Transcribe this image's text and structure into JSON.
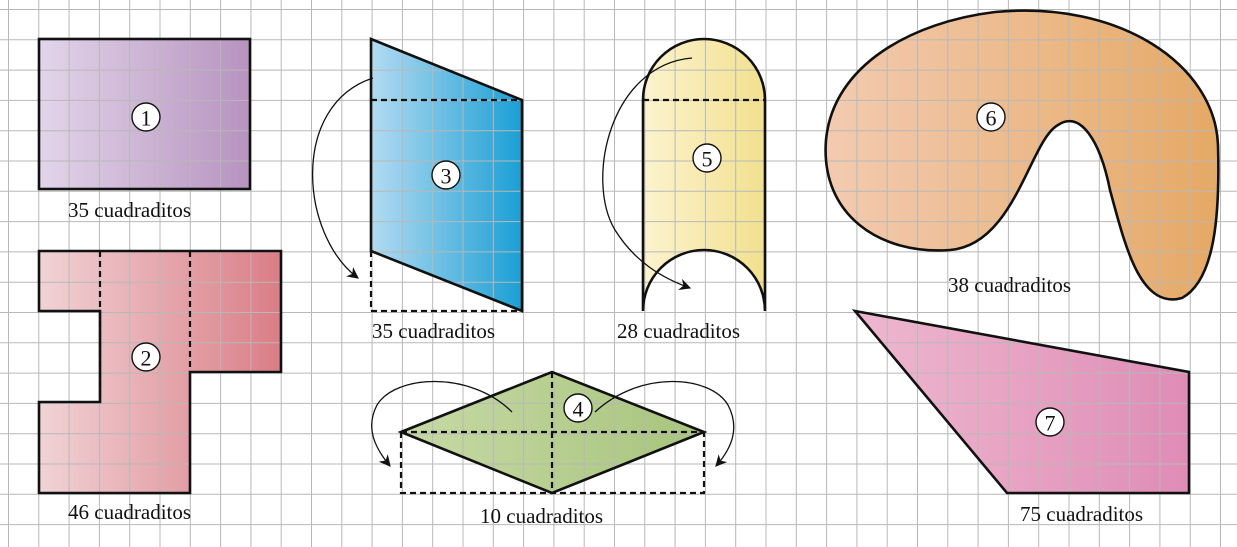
{
  "figures": [
    {
      "id": "1",
      "label": "35 cuadraditos",
      "color_light": "#e2d5ea",
      "color_dark": "#b793bf"
    },
    {
      "id": "2",
      "label": "46 cuadraditos",
      "color_light": "#f0d3d6",
      "color_dark": "#da7d86"
    },
    {
      "id": "3",
      "label": "35 cuadraditos",
      "color_light": "#b3dbf2",
      "color_dark": "#1a9fd4"
    },
    {
      "id": "4",
      "label": "10 cuadraditos",
      "color_light": "#c7d9a5",
      "color_dark": "#a7c47c"
    },
    {
      "id": "5",
      "label": "28 cuadraditos",
      "color_light": "#fcf3cf",
      "color_dark": "#f2e08e"
    },
    {
      "id": "6",
      "label": "38 cuadraditos",
      "color_light": "#f3cbb1",
      "color_dark": "#e5a965"
    },
    {
      "id": "7",
      "label": "75 cuadraditos",
      "color_light": "#eeb8cf",
      "color_dark": "#df8cb6"
    }
  ],
  "grid": {
    "line_color": "#b8b8b8",
    "background": "#ffffff"
  }
}
